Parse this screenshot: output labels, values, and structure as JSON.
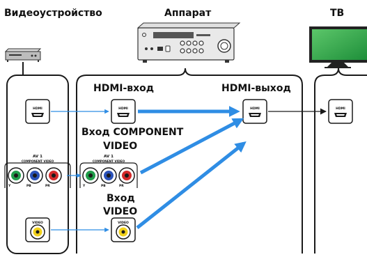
{
  "headers": {
    "source": "Видеоустройство",
    "receiver": "Аппарат",
    "tv": "ТВ"
  },
  "receiver_labels": {
    "hdmi_in": "HDMI-вход",
    "hdmi_out": "HDMI-выход",
    "component_line1": "Вход COMPONENT",
    "component_line2": "VIDEO",
    "video_line1": "Вход",
    "video_line2": "VIDEO"
  },
  "jack_labels": {
    "hdmi": "HDMI",
    "av1": "AV 1",
    "component_video": "COMPONENT VIDEO",
    "y": "Y",
    "pb": "PB",
    "pr": "PR",
    "video": "VIDEO"
  },
  "colors": {
    "signal_arrow": "#2f8de4",
    "outline": "#1a1a1a",
    "component_green": "#1f9d4a",
    "component_blue": "#2b52b8",
    "component_red": "#d42a2a",
    "composite_yellow": "#f2d21b",
    "tv_screen": "#2fa845"
  }
}
